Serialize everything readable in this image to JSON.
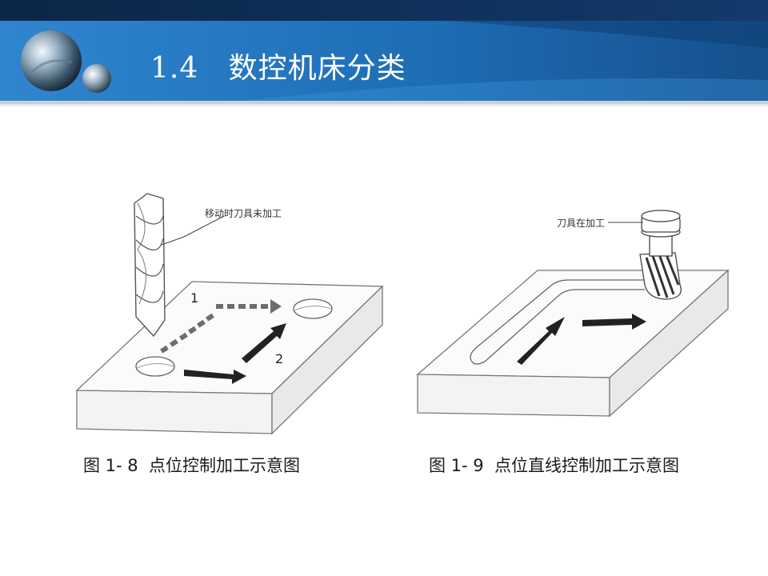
{
  "slide": {
    "title": "1.4   数控机床分类"
  },
  "figure_left": {
    "callout": "移动时刀具未加工",
    "marker_1": "1",
    "marker_2": "2",
    "caption": "图 1- 8  点位控制加工示意图"
  },
  "figure_right": {
    "callout": "刀具在加工",
    "caption": "图 1- 9  点位直线控制加工示意图"
  },
  "colors": {
    "header_blue": "#1f6fb8",
    "header_dark": "#0d2f5c"
  }
}
